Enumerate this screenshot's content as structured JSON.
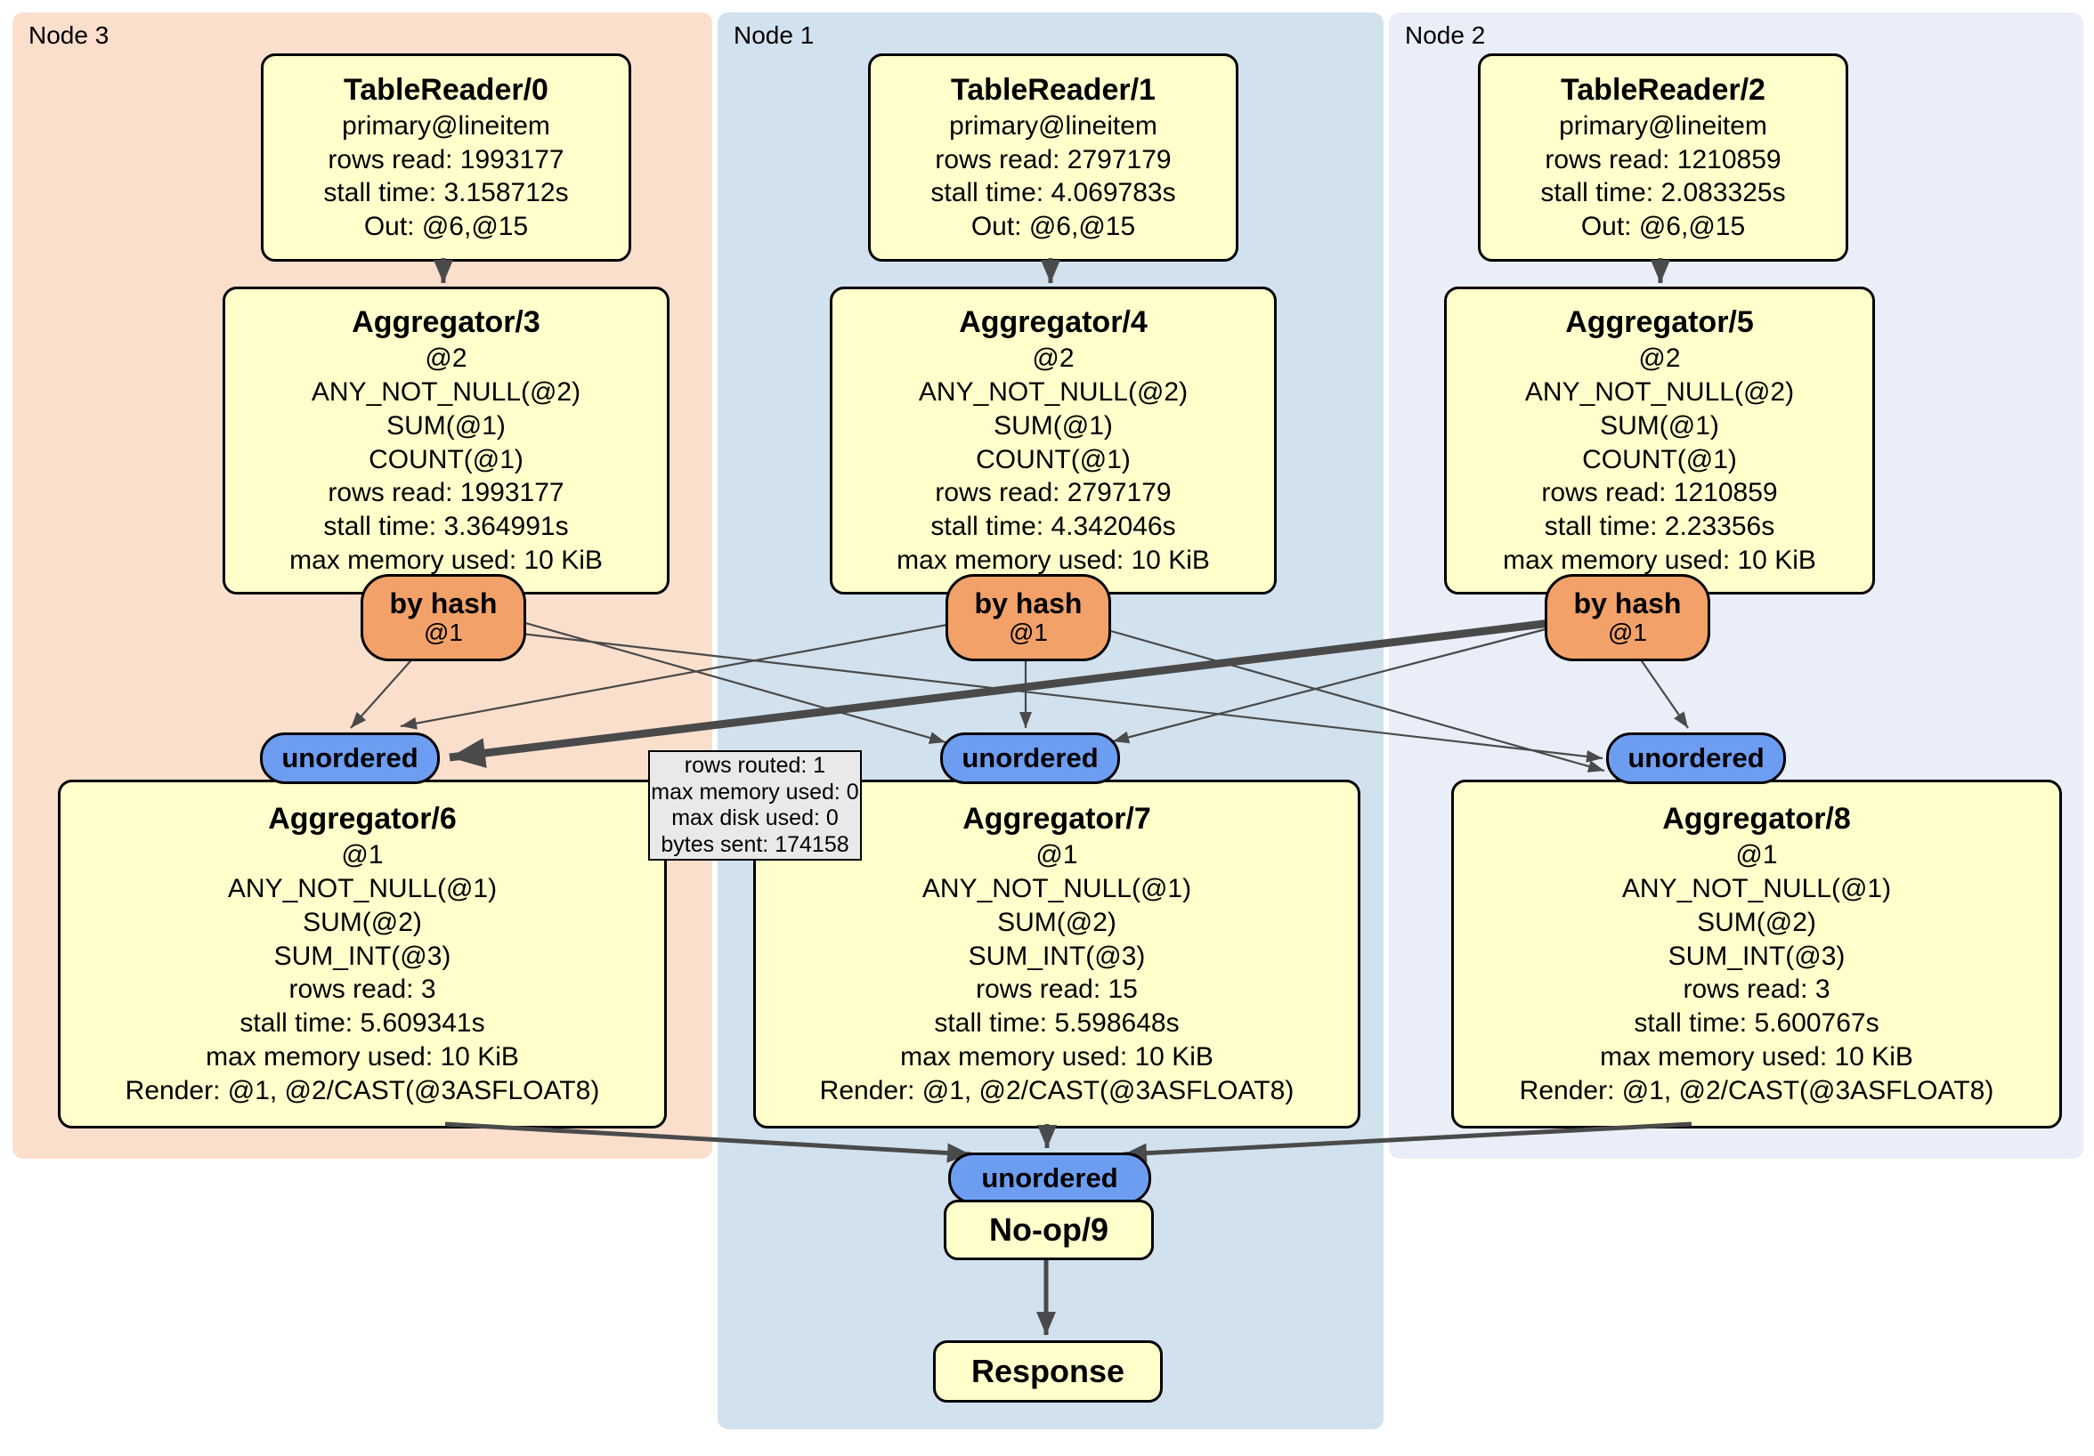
{
  "panels": [
    {
      "label": "Node 3"
    },
    {
      "label": "Node 1"
    },
    {
      "label": "Node 2"
    }
  ],
  "nodes": {
    "tr0": {
      "title": "TableReader/0",
      "lines": [
        "primary@lineitem",
        "rows read: 1993177",
        "stall time: 3.158712s",
        "Out: @6,@15"
      ]
    },
    "tr1": {
      "title": "TableReader/1",
      "lines": [
        "primary@lineitem",
        "rows read: 2797179",
        "stall time: 4.069783s",
        "Out: @6,@15"
      ]
    },
    "tr2": {
      "title": "TableReader/2",
      "lines": [
        "primary@lineitem",
        "rows read: 1210859",
        "stall time: 2.083325s",
        "Out: @6,@15"
      ]
    },
    "ag3": {
      "title": "Aggregator/3",
      "lines": [
        "@2",
        "ANY_NOT_NULL(@2)",
        "SUM(@1)",
        "COUNT(@1)",
        "rows read: 1993177",
        "stall time: 3.364991s",
        "max memory used: 10 KiB"
      ]
    },
    "ag4": {
      "title": "Aggregator/4",
      "lines": [
        "@2",
        "ANY_NOT_NULL(@2)",
        "SUM(@1)",
        "COUNT(@1)",
        "rows read: 2797179",
        "stall time: 4.342046s",
        "max memory used: 10 KiB"
      ]
    },
    "ag5": {
      "title": "Aggregator/5",
      "lines": [
        "@2",
        "ANY_NOT_NULL(@2)",
        "SUM(@1)",
        "COUNT(@1)",
        "rows read: 1210859",
        "stall time: 2.23356s",
        "max memory used: 10 KiB"
      ]
    },
    "ag6": {
      "title": "Aggregator/6",
      "lines": [
        "@1",
        "ANY_NOT_NULL(@1)",
        "SUM(@2)",
        "SUM_INT(@3)",
        "rows read: 3",
        "stall time: 5.609341s",
        "max memory used: 10 KiB",
        "Render: @1, @2/CAST(@3ASFLOAT8)"
      ]
    },
    "ag7": {
      "title": "Aggregator/7",
      "lines": [
        "@1",
        "ANY_NOT_NULL(@1)",
        "SUM(@2)",
        "SUM_INT(@3)",
        "rows read: 15",
        "stall time: 5.598648s",
        "max memory used: 10 KiB",
        "Render: @1, @2/CAST(@3ASFLOAT8)"
      ]
    },
    "ag8": {
      "title": "Aggregator/8",
      "lines": [
        "@1",
        "ANY_NOT_NULL(@1)",
        "SUM(@2)",
        "SUM_INT(@3)",
        "rows read: 3",
        "stall time: 5.600767s",
        "max memory used: 10 KiB",
        "Render: @1, @2/CAST(@3ASFLOAT8)"
      ]
    },
    "noop": {
      "title": "No-op/9"
    },
    "resp": {
      "title": "Response"
    }
  },
  "routers": {
    "hash_label": "by hash",
    "hash_sub": "@1",
    "unordered_label": "unordered"
  },
  "tooltip": {
    "lines": [
      "rows routed: 1",
      "max memory used: 0",
      "max disk used: 0",
      "bytes sent: 174158"
    ]
  },
  "colors": {
    "panel_node3": "#fbdfcd",
    "panel_node1": "#d2e1ee",
    "panel_node2": "#e9eef8",
    "operator_box_fill": "#ffffcb",
    "hash_router_fill": "#f2a269",
    "unordered_fill": "#6d9df1",
    "tooltip_fill": "#e9e9e9",
    "edge": "#4a4a4a"
  }
}
